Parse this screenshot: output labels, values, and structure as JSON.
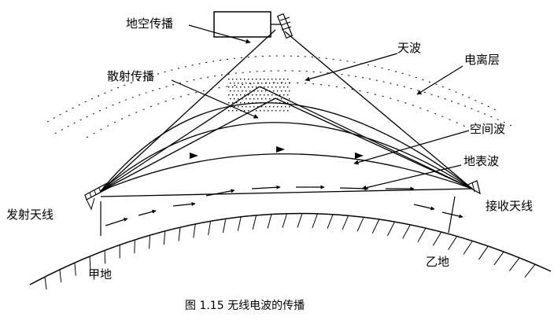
{
  "diagram": {
    "labels": {
      "ground_space": "地空传播",
      "sky_wave": "天波",
      "ionosphere": "电离层",
      "scatter": "散射传播",
      "space_wave": "空间波",
      "surface_wave": "地表波",
      "tx_antenna": "发射天线",
      "rx_antenna": "接收天线",
      "place_a": "甲地",
      "place_b": "乙地"
    },
    "caption": "图 1.15  无线电波的传播"
  },
  "colors": {
    "line": "#000000",
    "background": "#ffffff"
  }
}
